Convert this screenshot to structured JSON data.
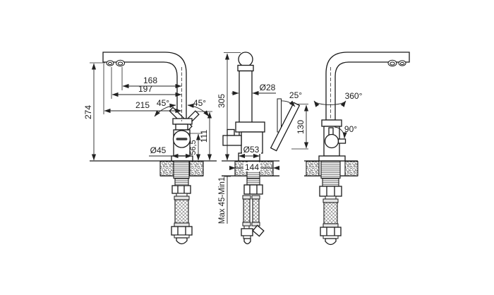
{
  "drawing": {
    "left_view": {
      "overall_height": "274",
      "reach_inner": "168",
      "reach_middle": "197",
      "reach_outer": "215",
      "handle_swing_left": "45°",
      "handle_swing_right": "45°",
      "body_diameter": "Ø45",
      "body_top_height": "56,5",
      "handle_height": "111"
    },
    "front_view": {
      "spout_height": "305",
      "spout_diameter": "Ø28",
      "handle_angle": "25°",
      "handle_length": "130",
      "base_diameter": "Ø53",
      "base_length": "144",
      "mounting_thickness": "Max 45-Min1"
    },
    "side_view": {
      "swivel_range": "360°",
      "filter_valve_turn": "90°"
    }
  }
}
